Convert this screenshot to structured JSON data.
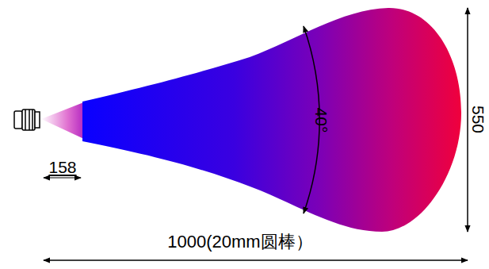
{
  "diagram": {
    "labels": [
      "158",
      "40°",
      "550",
      "1000(20mm圆棒）"
    ]
  }
}
